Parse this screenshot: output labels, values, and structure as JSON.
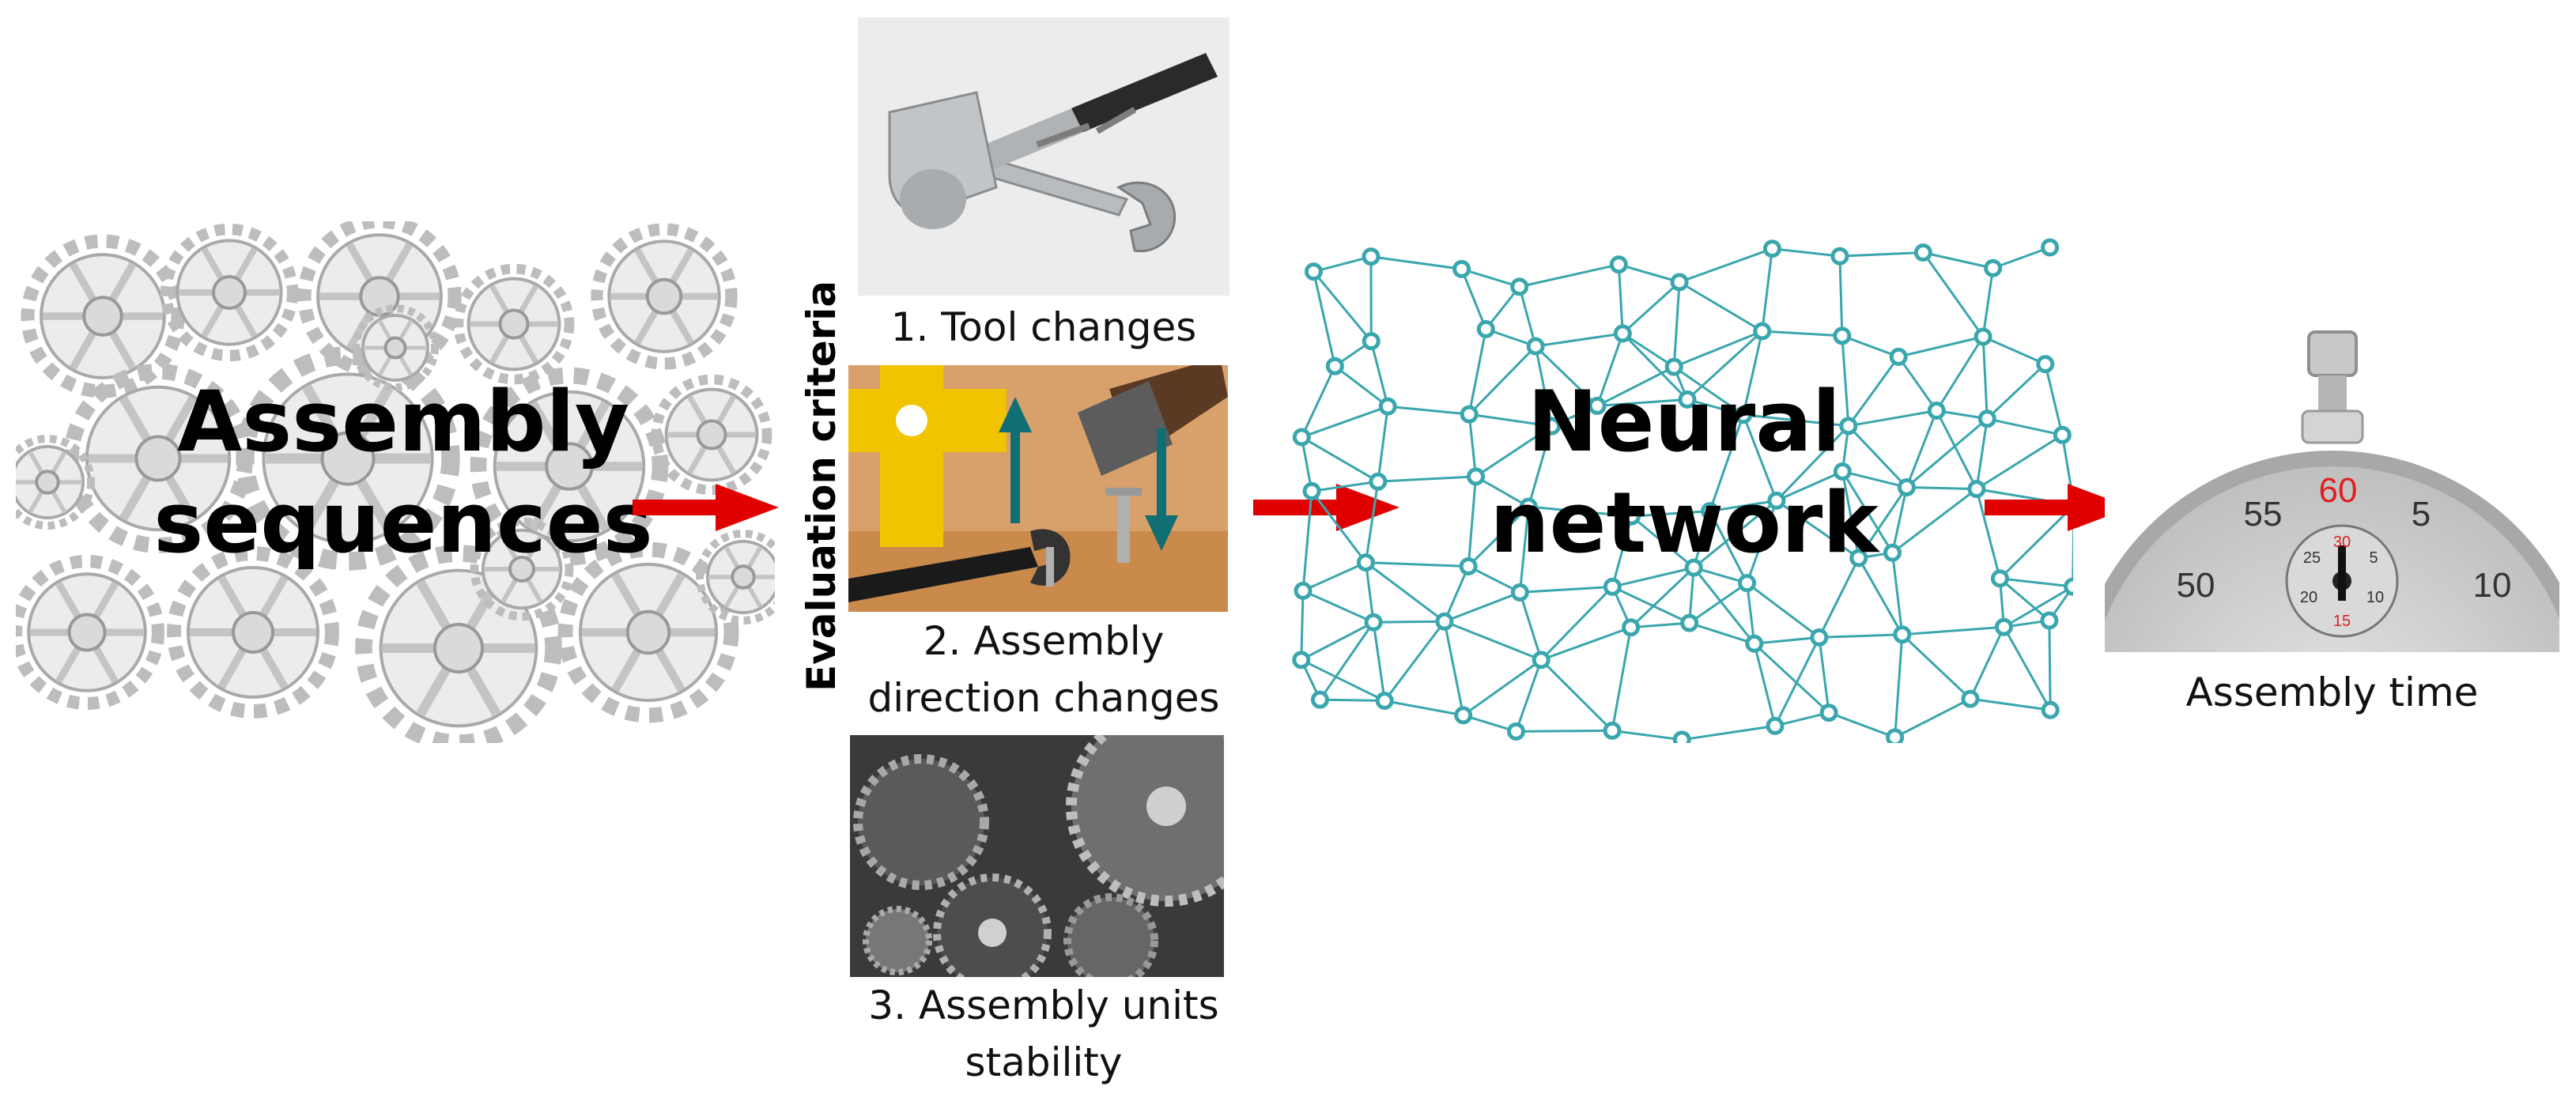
{
  "input": {
    "label_line1": "Assembly",
    "label_line2": "sequences",
    "image_icon": "gears-icon"
  },
  "criteria": {
    "heading": "Evaluation criteria",
    "items": [
      {
        "label": "1. Tool changes",
        "image_icon": "hammer-wrench-icon"
      },
      {
        "label_line1": "2. Assembly",
        "label_line2": "direction changes",
        "image_icon": "hammer-wrench-arrows-icon"
      },
      {
        "label_line1": "3. Assembly units",
        "label_line2": "stability",
        "image_icon": "mechanism-gears-icon"
      }
    ]
  },
  "model": {
    "label_line1": "Neural",
    "label_line2": "network",
    "image_icon": "network-mesh-icon"
  },
  "output": {
    "label": "Assembly time",
    "image_icon": "stopwatch-icon",
    "dial_numbers": [
      "60",
      "55",
      "5",
      "50",
      "10"
    ],
    "subdial_numbers": [
      "30",
      "25",
      "5",
      "20",
      "10",
      "15"
    ]
  },
  "colors": {
    "arrow": "#e00000",
    "network": "#3aa6ad",
    "gear": "#c8c8c8",
    "dial_red": "#e02020"
  }
}
